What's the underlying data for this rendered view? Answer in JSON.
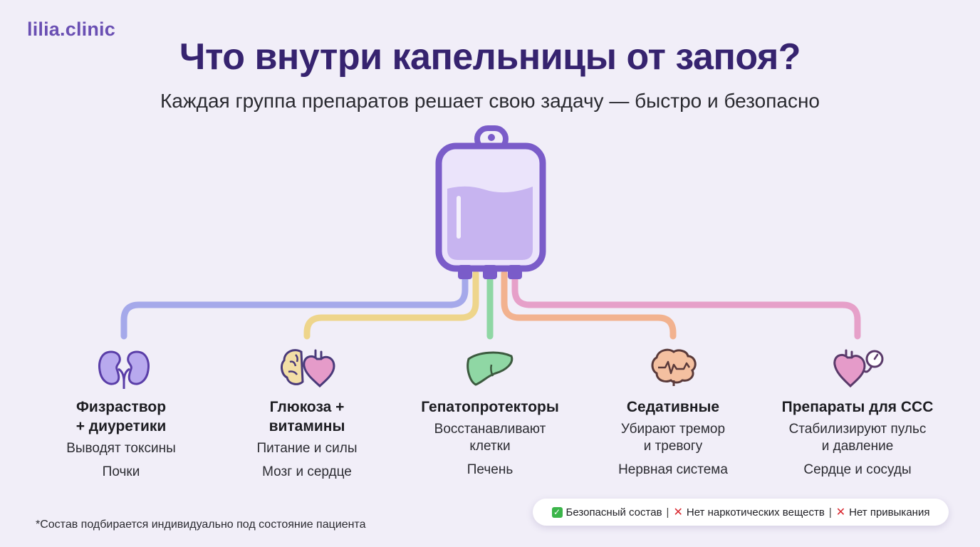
{
  "brand": "lilia.clinic",
  "title": "Что внутри капельницы от запоя?",
  "subtitle": "Каждая группа препаратов решает свою задачу — быстро и безопасно",
  "colors": {
    "bag_outline": "#7a5cc9",
    "fluid": "#c7b4f0",
    "line_blue": "#a5a9ea",
    "line_yellow": "#eed58b",
    "line_green": "#8fd7a4",
    "line_orange": "#f2b28f",
    "line_pink": "#e6a0c9"
  },
  "groups": [
    {
      "name": "Физраствор\n+ диуретики",
      "description": "Выводят токсины",
      "organ": "Почки",
      "icon": "kidneys-icon"
    },
    {
      "name": "Глюкоза +\nвитамины",
      "description": "Питание и силы",
      "organ": "Мозг и сердце",
      "icon": "brain-heart-icon"
    },
    {
      "name": "Гепатопротекторы",
      "description": "Восстанавливают\nклетки",
      "organ": "Печень",
      "icon": "liver-icon"
    },
    {
      "name": "Седативные",
      "description": "Убирают тремор\nи тревогу",
      "organ": "Нервная система",
      "icon": "brain-icon"
    },
    {
      "name": "Препараты для ССС",
      "description": "Стабилизируют пульс\nи давление",
      "organ": "Сердце и сосуды",
      "icon": "heart-gauge-icon"
    }
  ],
  "footnote": "*Состав подбирается индивидуально под состояние пациента",
  "badges": [
    {
      "icon": "check-icon",
      "text": "Безопасный состав"
    },
    {
      "icon": "cross-icon",
      "text": "Нет наркотических веществ"
    },
    {
      "icon": "cross-icon",
      "text": "Нет привыкания"
    }
  ],
  "badge_separator": "|"
}
